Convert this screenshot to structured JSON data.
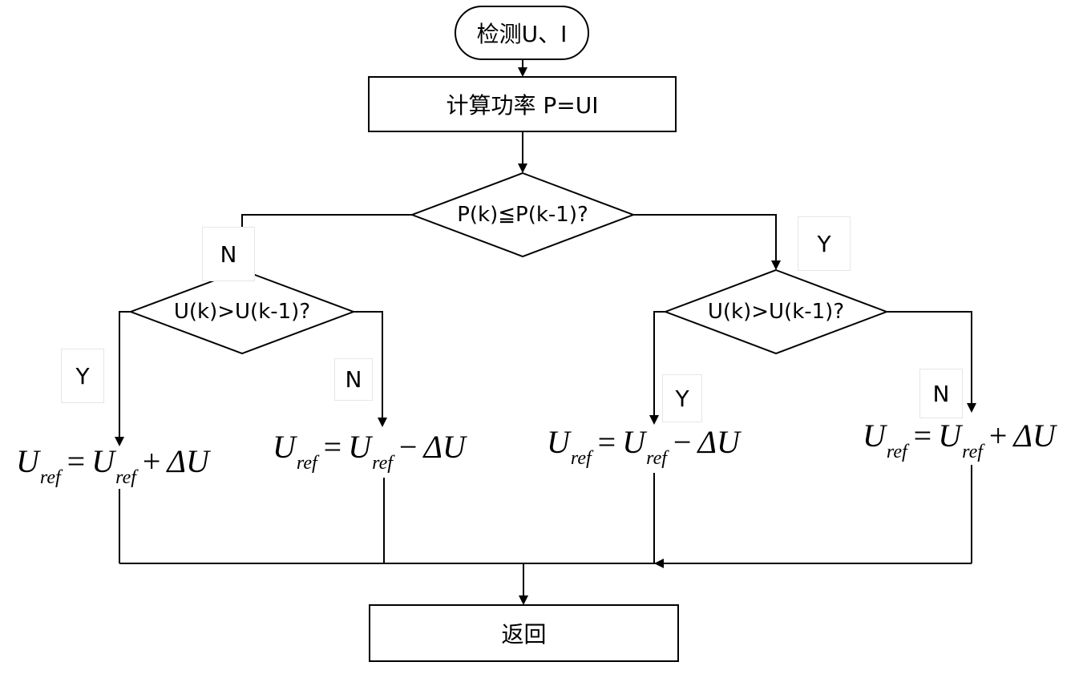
{
  "nodes": {
    "start": "检测U、I",
    "compute": "计算功率 P=UI",
    "decision_main": "P(k)≦P(k-1)?",
    "decision_left": "U(k)>U(k-1)?",
    "decision_right": "U(k)>U(k-1)?",
    "end": "返回"
  },
  "branch_labels": {
    "main_no": "N",
    "main_yes": "Y",
    "left_yes": "Y",
    "left_no": "N",
    "right_yes": "Y",
    "right_no": "N"
  },
  "formulas": {
    "f1": {
      "lhs": "U",
      "sub": "ref",
      "op": "=",
      "rhs": "U",
      "rhs_sub": "ref",
      "sign": "+",
      "delta": "ΔU"
    },
    "f2": {
      "lhs": "U",
      "sub": "ref",
      "op": "=",
      "rhs": "U",
      "rhs_sub": "ref",
      "sign": "−",
      "delta": "ΔU"
    },
    "f3": {
      "lhs": "U",
      "sub": "ref",
      "op": "=",
      "rhs": "U",
      "rhs_sub": "ref",
      "sign": "−",
      "delta": "ΔU"
    },
    "f4": {
      "lhs": "U",
      "sub": "ref",
      "op": "=",
      "rhs": "U",
      "rhs_sub": "ref",
      "sign": "+",
      "delta": "ΔU"
    }
  }
}
